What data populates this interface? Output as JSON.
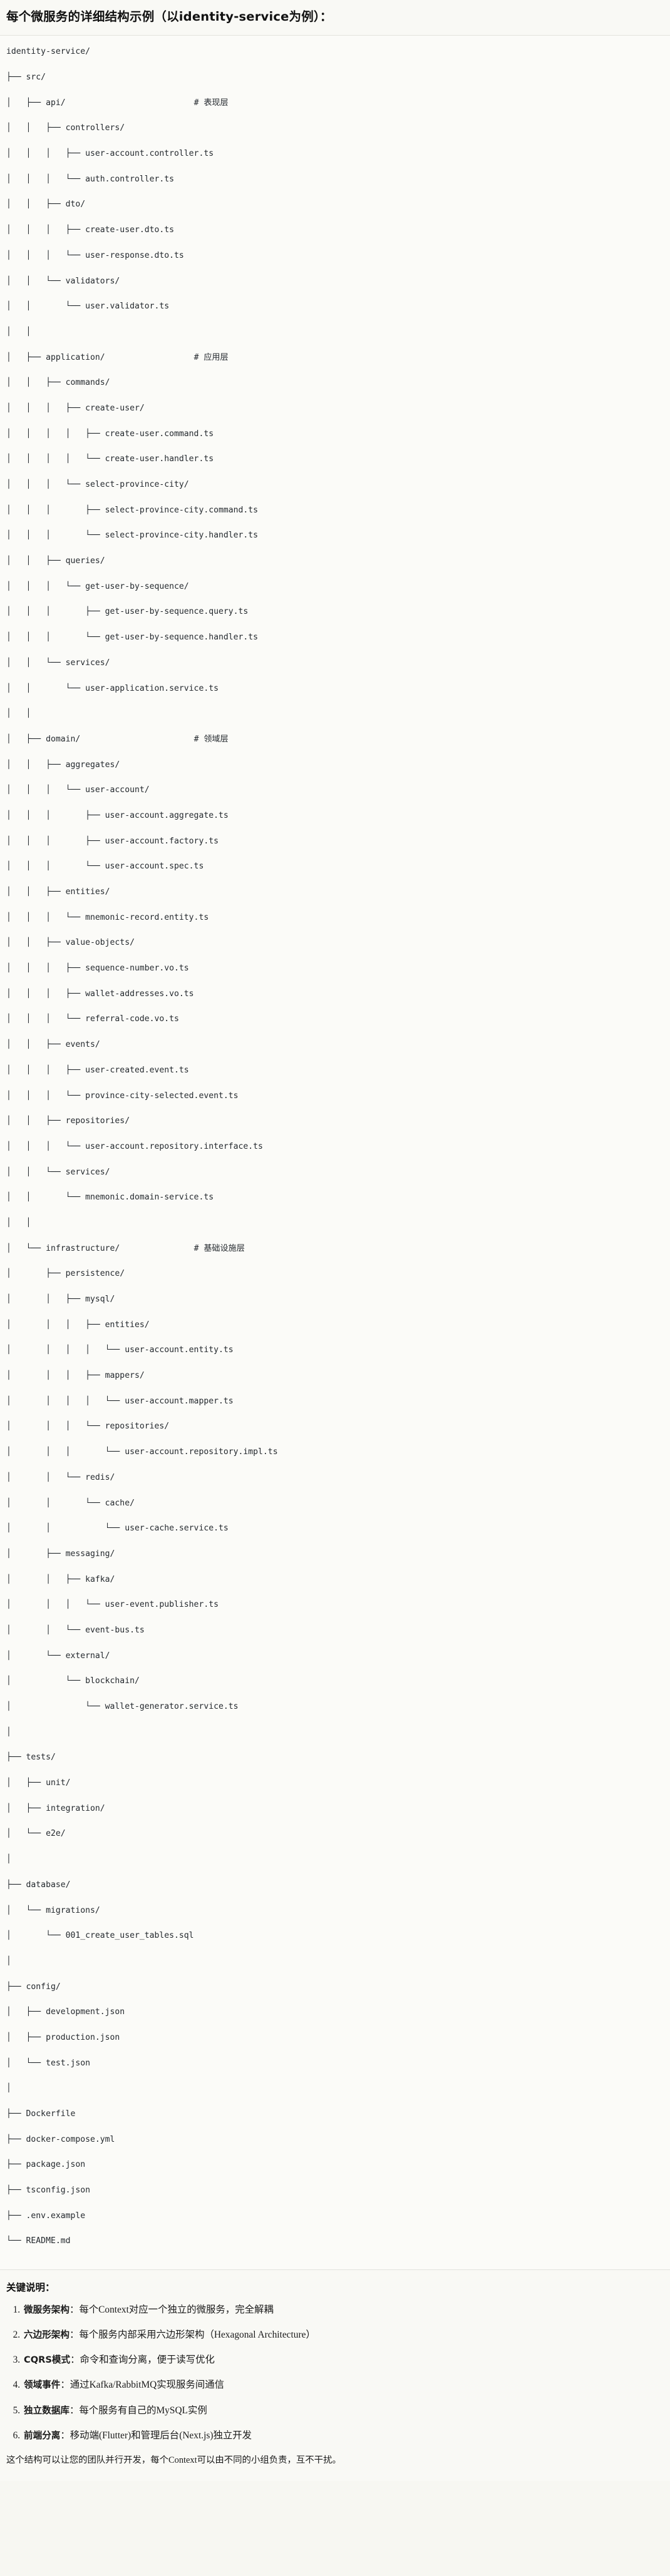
{
  "header": {
    "title": "每个微服务的详细结构示例（以identity-service为例）："
  },
  "tree": {
    "root_label": "identity-service/",
    "lines": [
      {
        "text": "identity-service/",
        "comment": ""
      },
      {
        "text": "├── src/",
        "comment": ""
      },
      {
        "text": "│   ├── api/",
        "comment": "# 表现层"
      },
      {
        "text": "│   │   ├── controllers/",
        "comment": ""
      },
      {
        "text": "│   │   │   ├── user-account.controller.ts",
        "comment": ""
      },
      {
        "text": "│   │   │   └── auth.controller.ts",
        "comment": ""
      },
      {
        "text": "│   │   ├── dto/",
        "comment": ""
      },
      {
        "text": "│   │   │   ├── create-user.dto.ts",
        "comment": ""
      },
      {
        "text": "│   │   │   └── user-response.dto.ts",
        "comment": ""
      },
      {
        "text": "│   │   └── validators/",
        "comment": ""
      },
      {
        "text": "│   │       └── user.validator.ts",
        "comment": ""
      },
      {
        "text": "│   │",
        "comment": ""
      },
      {
        "text": "│   ├── application/",
        "comment": "# 应用层"
      },
      {
        "text": "│   │   ├── commands/",
        "comment": ""
      },
      {
        "text": "│   │   │   ├── create-user/",
        "comment": ""
      },
      {
        "text": "│   │   │   │   ├── create-user.command.ts",
        "comment": ""
      },
      {
        "text": "│   │   │   │   └── create-user.handler.ts",
        "comment": ""
      },
      {
        "text": "│   │   │   └── select-province-city/",
        "comment": ""
      },
      {
        "text": "│   │   │       ├── select-province-city.command.ts",
        "comment": ""
      },
      {
        "text": "│   │   │       └── select-province-city.handler.ts",
        "comment": ""
      },
      {
        "text": "│   │   ├── queries/",
        "comment": ""
      },
      {
        "text": "│   │   │   └── get-user-by-sequence/",
        "comment": ""
      },
      {
        "text": "│   │   │       ├── get-user-by-sequence.query.ts",
        "comment": ""
      },
      {
        "text": "│   │   │       └── get-user-by-sequence.handler.ts",
        "comment": ""
      },
      {
        "text": "│   │   └── services/",
        "comment": ""
      },
      {
        "text": "│   │       └── user-application.service.ts",
        "comment": ""
      },
      {
        "text": "│   │",
        "comment": ""
      },
      {
        "text": "│   ├── domain/",
        "comment": "# 领域层"
      },
      {
        "text": "│   │   ├── aggregates/",
        "comment": ""
      },
      {
        "text": "│   │   │   └── user-account/",
        "comment": ""
      },
      {
        "text": "│   │   │       ├── user-account.aggregate.ts",
        "comment": ""
      },
      {
        "text": "│   │   │       ├── user-account.factory.ts",
        "comment": ""
      },
      {
        "text": "│   │   │       └── user-account.spec.ts",
        "comment": ""
      },
      {
        "text": "│   │   ├── entities/",
        "comment": ""
      },
      {
        "text": "│   │   │   └── mnemonic-record.entity.ts",
        "comment": ""
      },
      {
        "text": "│   │   ├── value-objects/",
        "comment": ""
      },
      {
        "text": "│   │   │   ├── sequence-number.vo.ts",
        "comment": ""
      },
      {
        "text": "│   │   │   ├── wallet-addresses.vo.ts",
        "comment": ""
      },
      {
        "text": "│   │   │   └── referral-code.vo.ts",
        "comment": ""
      },
      {
        "text": "│   │   ├── events/",
        "comment": ""
      },
      {
        "text": "│   │   │   ├── user-created.event.ts",
        "comment": ""
      },
      {
        "text": "│   │   │   └── province-city-selected.event.ts",
        "comment": ""
      },
      {
        "text": "│   │   ├── repositories/",
        "comment": ""
      },
      {
        "text": "│   │   │   └── user-account.repository.interface.ts",
        "comment": ""
      },
      {
        "text": "│   │   └── services/",
        "comment": ""
      },
      {
        "text": "│   │       └── mnemonic.domain-service.ts",
        "comment": ""
      },
      {
        "text": "│   │",
        "comment": ""
      },
      {
        "text": "│   └── infrastructure/",
        "comment": "# 基础设施层"
      },
      {
        "text": "│       ├── persistence/",
        "comment": ""
      },
      {
        "text": "│       │   ├── mysql/",
        "comment": ""
      },
      {
        "text": "│       │   │   ├── entities/",
        "comment": ""
      },
      {
        "text": "│       │   │   │   └── user-account.entity.ts",
        "comment": ""
      },
      {
        "text": "│       │   │   ├── mappers/",
        "comment": ""
      },
      {
        "text": "│       │   │   │   └── user-account.mapper.ts",
        "comment": ""
      },
      {
        "text": "│       │   │   └── repositories/",
        "comment": ""
      },
      {
        "text": "│       │   │       └── user-account.repository.impl.ts",
        "comment": ""
      },
      {
        "text": "│       │   └── redis/",
        "comment": ""
      },
      {
        "text": "│       │       └── cache/",
        "comment": ""
      },
      {
        "text": "│       │           └── user-cache.service.ts",
        "comment": ""
      },
      {
        "text": "│       ├── messaging/",
        "comment": ""
      },
      {
        "text": "│       │   ├── kafka/",
        "comment": ""
      },
      {
        "text": "│       │   │   └── user-event.publisher.ts",
        "comment": ""
      },
      {
        "text": "│       │   └── event-bus.ts",
        "comment": ""
      },
      {
        "text": "│       └── external/",
        "comment": ""
      },
      {
        "text": "│           └── blockchain/",
        "comment": ""
      },
      {
        "text": "│               └── wallet-generator.service.ts",
        "comment": ""
      },
      {
        "text": "│",
        "comment": ""
      },
      {
        "text": "├── tests/",
        "comment": ""
      },
      {
        "text": "│   ├── unit/",
        "comment": ""
      },
      {
        "text": "│   ├── integration/",
        "comment": ""
      },
      {
        "text": "│   └── e2e/",
        "comment": ""
      },
      {
        "text": "│",
        "comment": ""
      },
      {
        "text": "├── database/",
        "comment": ""
      },
      {
        "text": "│   └── migrations/",
        "comment": ""
      },
      {
        "text": "│       └── 001_create_user_tables.sql",
        "comment": ""
      },
      {
        "text": "│",
        "comment": ""
      },
      {
        "text": "├── config/",
        "comment": ""
      },
      {
        "text": "│   ├── development.json",
        "comment": ""
      },
      {
        "text": "│   ├── production.json",
        "comment": ""
      },
      {
        "text": "│   └── test.json",
        "comment": ""
      },
      {
        "text": "│",
        "comment": ""
      },
      {
        "text": "├── Dockerfile",
        "comment": ""
      },
      {
        "text": "├── docker-compose.yml",
        "comment": ""
      },
      {
        "text": "├── package.json",
        "comment": ""
      },
      {
        "text": "├── tsconfig.json",
        "comment": ""
      },
      {
        "text": "├── .env.example",
        "comment": ""
      },
      {
        "text": "└── README.md",
        "comment": ""
      }
    ],
    "comment_column": 38
  },
  "notes": {
    "title": "关键说明：",
    "items": [
      {
        "term": "微服务架构",
        "text": "：每个Context对应一个独立的微服务，完全解耦"
      },
      {
        "term": "六边形架构",
        "text": "：每个服务内部采用六边形架构（Hexagonal Architecture）"
      },
      {
        "term": "CQRS模式",
        "text": "：命令和查询分离，便于读写优化"
      },
      {
        "term": "领域事件",
        "text": "：通过Kafka/RabbitMQ实现服务间通信"
      },
      {
        "term": "独立数据库",
        "text": "：每个服务有自己的MySQL实例"
      },
      {
        "term": "前端分离",
        "text": "：移动端(Flutter)和管理后台(Next.js)独立开发"
      }
    ],
    "closing": "这个结构可以让您的团队并行开发，每个Context可以由不同的小组负责，互不干扰。"
  },
  "colors": {
    "page_background": "#f7f7f2",
    "panel_background": "#fbfbf8",
    "text": "#1a1a1a",
    "code_text": "#24292e",
    "divider": "#e3e3dd"
  }
}
